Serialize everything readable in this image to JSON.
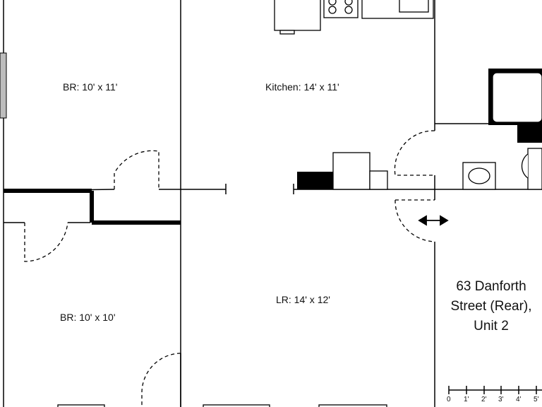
{
  "rooms": {
    "br_top": "BR: 10' x 11'",
    "kitchen": "Kitchen: 14' x 11'",
    "br_bottom": "BR: 10' x 10'",
    "living_room": "LR: 14' x 12'"
  },
  "address": {
    "line1": "63 Danforth",
    "line2": "Street (Rear),",
    "line3": "Unit 2"
  },
  "scale": {
    "labels": [
      "0",
      "1'",
      "2'",
      "3'",
      "4'",
      "5'"
    ]
  },
  "colors": {
    "wall": "#000000",
    "window": "#bdbdbd",
    "background": "#ffffff"
  }
}
